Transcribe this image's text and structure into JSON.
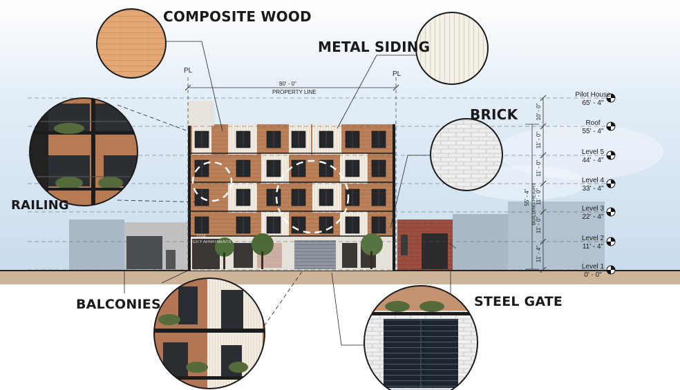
{
  "callouts": {
    "composite_wood": "COMPOSITE WOOD",
    "metal_siding": "METAL SIDING",
    "brick": "BRICK",
    "railing": "RAILING",
    "balconies": "BALCONIES",
    "steel_gate": "STEEL GATE"
  },
  "property": {
    "pl_left": "PL",
    "pl_right": "PL",
    "width_dim": "80' - 0\"",
    "label": "PROPERTY LINE"
  },
  "building_height": {
    "label": "BUILDING HEIGHT",
    "value": "55' - 4\""
  },
  "floor_dims": [
    "10' - 0\"",
    "11' - 0\"",
    "11' - 0\"",
    "11' - 0\"",
    "11' - 0\"",
    "11' - 4\""
  ],
  "levels": [
    {
      "name": "Pilot House",
      "elevation": "65' - 4\""
    },
    {
      "name": "Roof",
      "elevation": "55' - 4\""
    },
    {
      "name": "Level 5",
      "elevation": "44' - 4\""
    },
    {
      "name": "Level 4",
      "elevation": "33' - 4\""
    },
    {
      "name": "Level 3",
      "elevation": "22' - 4\""
    },
    {
      "name": "Level 2",
      "elevation": "11' - 4\""
    },
    {
      "name": "Level 1",
      "elevation": "0' - 0\""
    }
  ],
  "signage": {
    "number": "2214",
    "name": "CITY APARTMENTS"
  },
  "colors": {
    "sky_top": "#dbe9f5",
    "ground": "#cdb59a",
    "wood": "#e2a877",
    "metal_siding": "#f4efe6",
    "brick": "#9a4a3c",
    "window": "#262626",
    "neighbor": "#a9b9c8"
  }
}
